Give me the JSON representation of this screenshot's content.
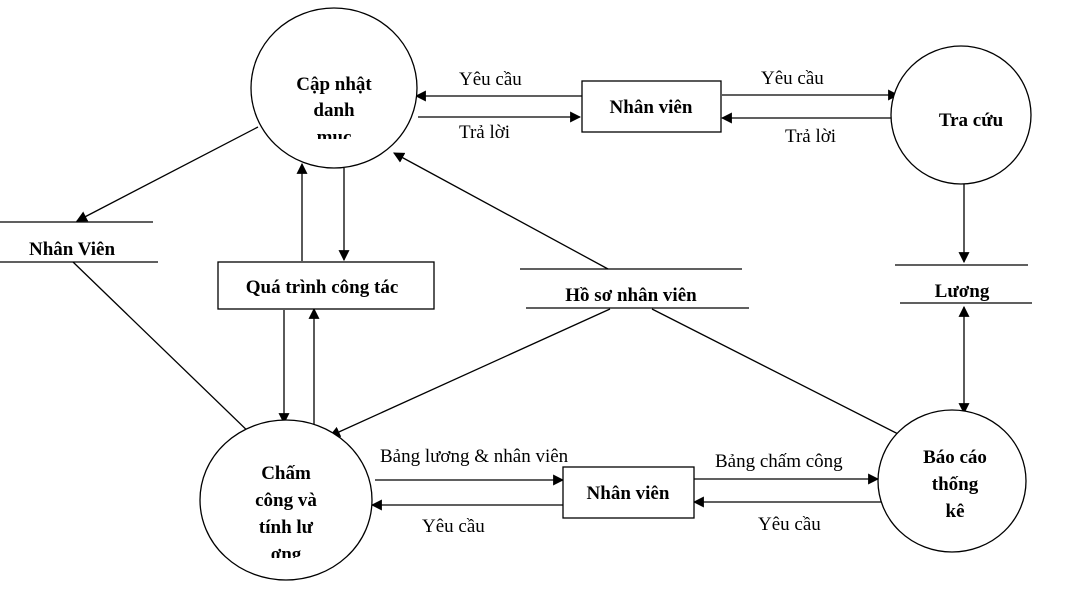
{
  "processes": {
    "cap_nhat": [
      "Cập nhật",
      "danh",
      "mục"
    ],
    "tra_cuu": [
      "Tra cứu"
    ],
    "cham_cong": [
      "Chấm",
      "công và",
      "tính lư",
      "ơng"
    ],
    "bao_cao": [
      "Báo cáo",
      "thống",
      "kê"
    ]
  },
  "entities": {
    "nhan_vien_top": "Nhân viên",
    "nhan_vien_bottom": "Nhân viên",
    "qua_trinh": "Quá trình công tác"
  },
  "stores": {
    "nhan_vien_left": "Nhân Viên",
    "ho_so": "Hồ sơ nhân viên",
    "luong": "Lương"
  },
  "flows": {
    "top_left_request": "Yêu cầu",
    "top_left_reply": "Trả lời",
    "top_right_request": "Yêu cầu",
    "top_right_reply": "Trả lời",
    "bottom_left_payroll": "Bảng lương & nhân viên",
    "bottom_left_request": "Yêu cầu",
    "bottom_right_attendance": "Bảng chấm công",
    "bottom_right_request": "Yêu cầu"
  }
}
